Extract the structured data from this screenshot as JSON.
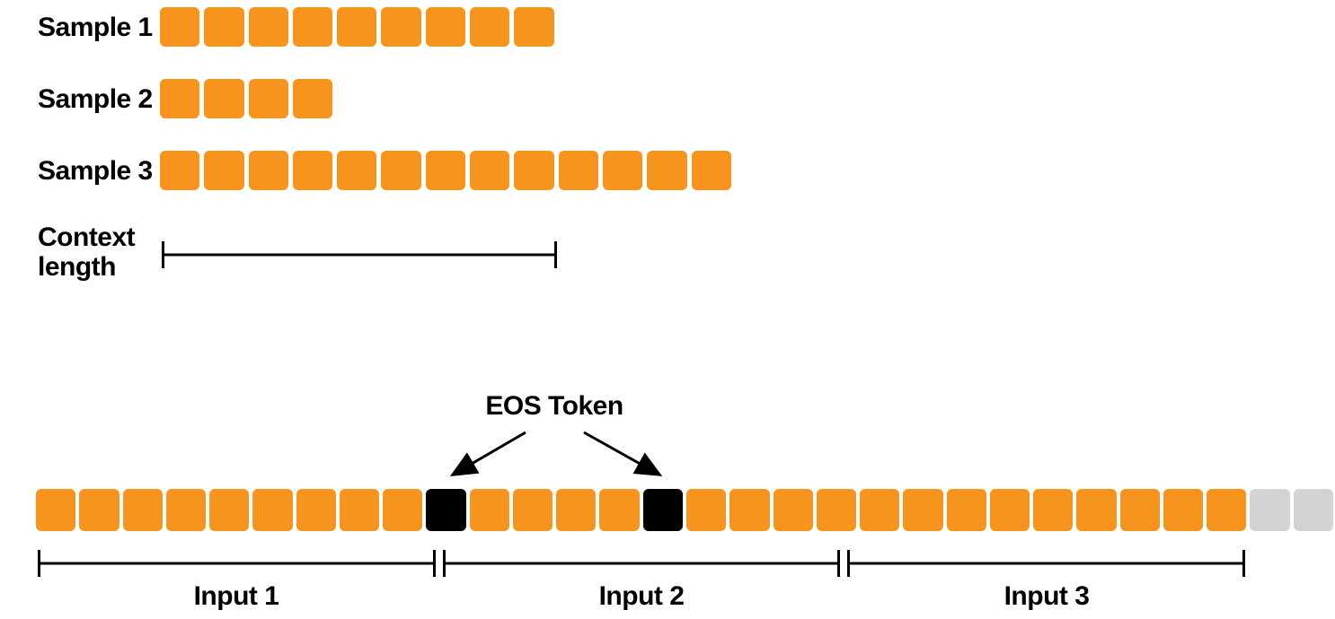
{
  "colors": {
    "token": "#F7941E",
    "eos": "#000000",
    "pad": "#D3D3D3"
  },
  "samples": [
    {
      "label": "Sample 1",
      "token_count": 9
    },
    {
      "label": "Sample 2",
      "token_count": 4
    },
    {
      "label": "Sample 3",
      "token_count": 13
    }
  ],
  "context_length": {
    "line1": "Context",
    "line2": "length",
    "span_tokens": 9
  },
  "eos": {
    "label": "EOS Token"
  },
  "packed_sequence": {
    "total_squares": 30,
    "segments": [
      {
        "type": "tokens",
        "source": "Sample 1",
        "count": 9
      },
      {
        "type": "eos",
        "source": "EOS Token",
        "count": 1
      },
      {
        "type": "tokens",
        "source": "Sample 2",
        "count": 4
      },
      {
        "type": "eos",
        "source": "EOS Token",
        "count": 1
      },
      {
        "type": "tokens",
        "source": "Sample 3",
        "count": 13
      },
      {
        "type": "padding",
        "source": "padding",
        "count": 2
      }
    ]
  },
  "inputs": [
    {
      "label": "Input 1"
    },
    {
      "label": "Input 2"
    },
    {
      "label": "Input 3"
    }
  ]
}
